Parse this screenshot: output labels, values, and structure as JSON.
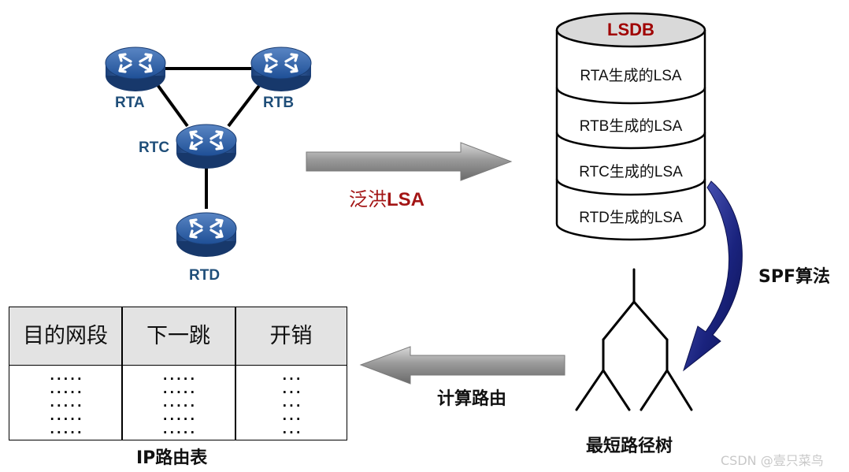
{
  "routers": {
    "rta": "RTA",
    "rtb": "RTB",
    "rtc": "RTC",
    "rtd": "RTD"
  },
  "flood_label": {
    "prefix": "泛洪",
    "suffix": "LSA"
  },
  "lsdb": {
    "title": "LSDB",
    "rows": [
      "RTA生成的LSA",
      "RTB生成的LSA",
      "RTC生成的LSA",
      "RTD生成的LSA"
    ]
  },
  "spf_label": "SPF算法",
  "tree_label": "最短路径树",
  "compute_label": "计算路由",
  "routing_table": {
    "headers": [
      "目的网段",
      "下一跳",
      "开销"
    ],
    "col1_dots": ".....\n.....\n.....\n.....\n.....",
    "col2_dots": ".....\n.....\n.....\n.....\n.....",
    "col3_dots": "...\n...\n...\n...\n...",
    "title": "IP路由表"
  },
  "watermark": "CSDN @壹只菜鸟",
  "colors": {
    "router_blue": "#1f4e79",
    "flood_red": "#a31515",
    "lsdb_title_red": "#a00000",
    "spf_arrow": "#1a237e"
  }
}
